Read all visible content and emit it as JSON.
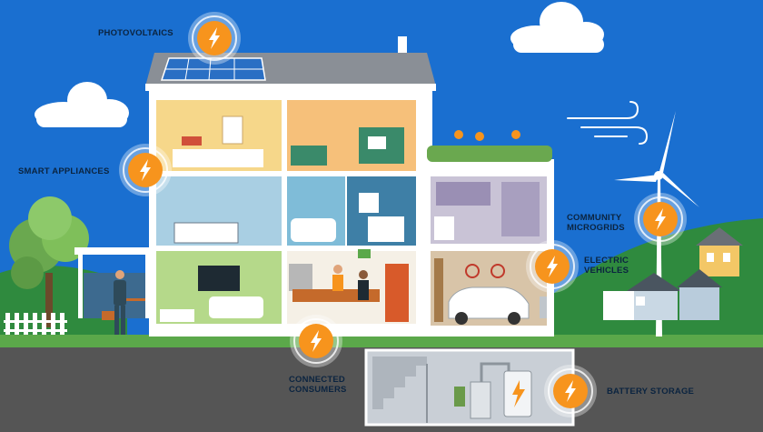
{
  "colors": {
    "sky": "#1a6fd0",
    "ground": "#555555",
    "grass": "#5ba84a",
    "badge_orange": "#f7941d",
    "label_text": "#0b2440"
  },
  "labels": {
    "photovoltaics": "PHOTOVOLTAICS",
    "smart_appliances": "SMART APPLIANCES",
    "community_microgrids_1": "COMMUNITY",
    "community_microgrids_2": "MICROGRIDS",
    "electric_vehicles_1": "ELECTRIC",
    "electric_vehicles_2": "VEHICLES",
    "connected_consumers_1": "CONNECTED",
    "connected_consumers_2": "CONSUMERS",
    "battery_storage": "BATTERY STORAGE"
  },
  "icons": {
    "badge": "lightning-bolt-icon",
    "solar": "solar-panel-icon",
    "wind": "wind-turbine-icon",
    "car": "electric-car-icon",
    "battery": "battery-icon"
  }
}
